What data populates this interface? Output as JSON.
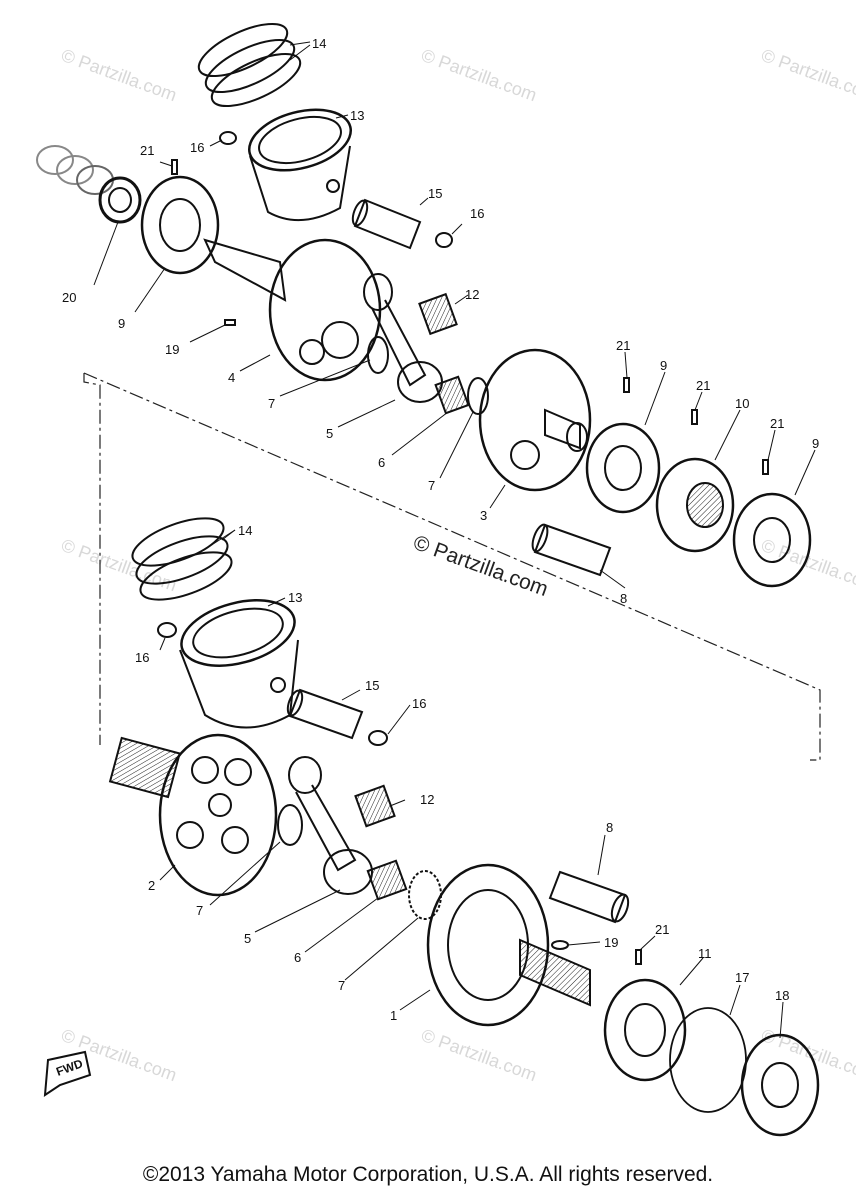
{
  "callouts": {
    "c1": "1",
    "c2": "2",
    "c3": "3",
    "c4": "4",
    "c5a": "5",
    "c5b": "5",
    "c6a": "6",
    "c6b": "6",
    "c7a": "7",
    "c7b": "7",
    "c7c": "7",
    "c7d": "7",
    "c8a": "8",
    "c8b": "8",
    "c9a": "9",
    "c9b": "9",
    "c9c": "9",
    "c10": "10",
    "c11": "11",
    "c12a": "12",
    "c12b": "12",
    "c13a": "13",
    "c13b": "13",
    "c14a": "14",
    "c14b": "14",
    "c15a": "15",
    "c15b": "15",
    "c16a": "16",
    "c16b": "16",
    "c16c": "16",
    "c16d": "16",
    "c17": "17",
    "c18": "18",
    "c19a": "19",
    "c19b": "19",
    "c20": "20",
    "c21a": "21",
    "c21b": "21",
    "c21c": "21",
    "c21d": "21",
    "c21e": "21"
  },
  "watermark": {
    "center": "© Partzilla.com",
    "tile": "© Partzilla.com"
  },
  "fwd_label": "FWD",
  "copyright": "©2013 Yamaha Motor Corporation, U.S.A. All rights reserved."
}
